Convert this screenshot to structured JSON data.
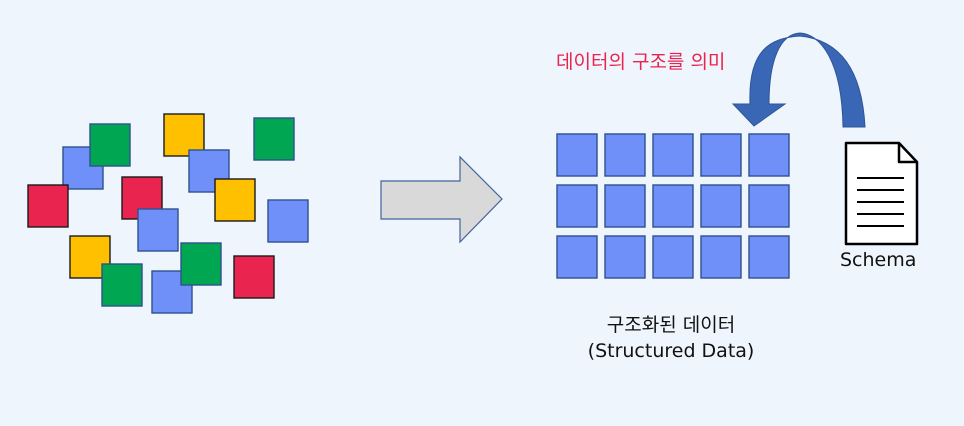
{
  "colors": {
    "background": "#eff5fd",
    "blue": "#6f8ff9",
    "green": "#00a651",
    "yellow": "#ffc000",
    "red": "#e8244f",
    "arrow_gray": "#d9d9d9",
    "curved_arrow": "#3a67b5",
    "accent_text": "#e8244f"
  },
  "diagram": {
    "meaning_label": "데이터의 구조를 의미",
    "schema_label": "Schema",
    "structured_title_korean": "구조화된 데이터",
    "structured_title_english": "(Structured Data)"
  },
  "grid": {
    "rows": 3,
    "columns": 5
  },
  "scatter": [
    {
      "color": "blue"
    },
    {
      "color": "green"
    },
    {
      "color": "red"
    },
    {
      "color": "yellow"
    },
    {
      "color": "blue"
    },
    {
      "color": "red"
    },
    {
      "color": "blue"
    },
    {
      "color": "yellow"
    },
    {
      "color": "green"
    },
    {
      "color": "blue"
    },
    {
      "color": "yellow"
    },
    {
      "color": "green"
    },
    {
      "color": "blue"
    },
    {
      "color": "green"
    },
    {
      "color": "red"
    }
  ],
  "icons": {
    "document": "document-icon",
    "right_arrow": "right-arrow-icon",
    "curved_arrow": "curved-arrow-icon"
  }
}
